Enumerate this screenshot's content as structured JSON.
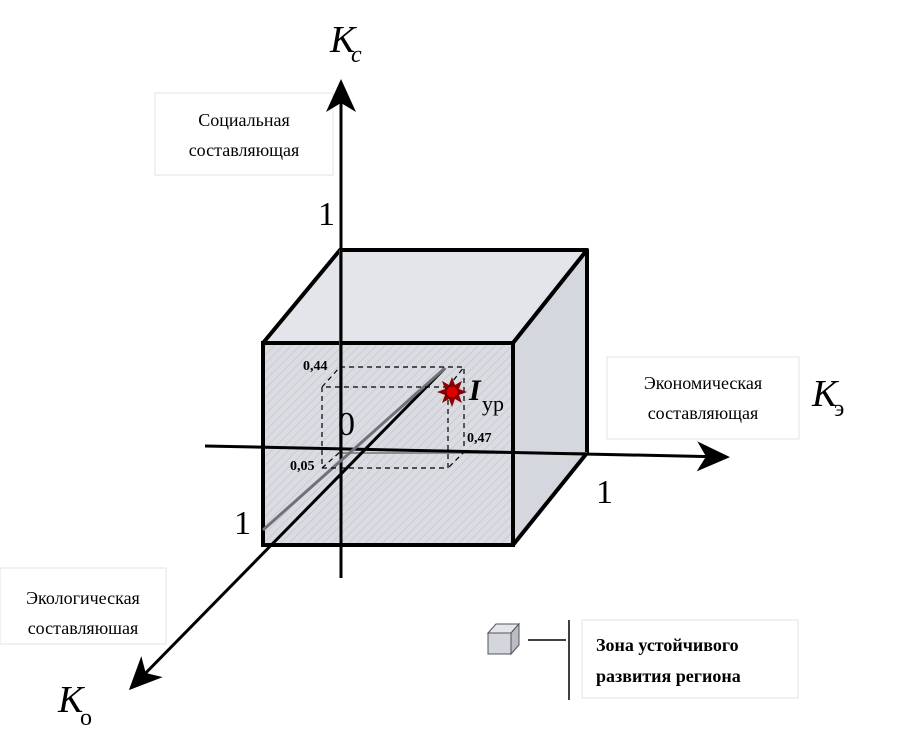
{
  "axes": {
    "social": {
      "symbol": "K",
      "subscript": "с",
      "unit_label": "1"
    },
    "economic": {
      "symbol": "K",
      "subscript": "э",
      "unit_label": "1"
    },
    "ecological": {
      "symbol": "K",
      "subscript": "о",
      "unit_label": "1"
    },
    "origin_label": "0"
  },
  "labels": {
    "social": {
      "line1": "Социальная",
      "line2": "составляющая"
    },
    "economic": {
      "line1": "Экономическая",
      "line2": "составляющая"
    },
    "ecological": {
      "line1": "Экологическая",
      "line2": "составляюшая"
    }
  },
  "point": {
    "symbol": "I",
    "subscript": "ур",
    "value_social": "0,44",
    "value_economic": "0,47",
    "value_ecological": "0,05",
    "marker_color": "#e00000"
  },
  "legend": {
    "line1": "Зона устойчивого",
    "line2": "развития региона",
    "icon": "cube-icon"
  },
  "colors": {
    "cube_fill": "#dfe1e6",
    "cube_side": "#cfd2d8",
    "stroke": "#000000",
    "dashed": "#000000"
  }
}
